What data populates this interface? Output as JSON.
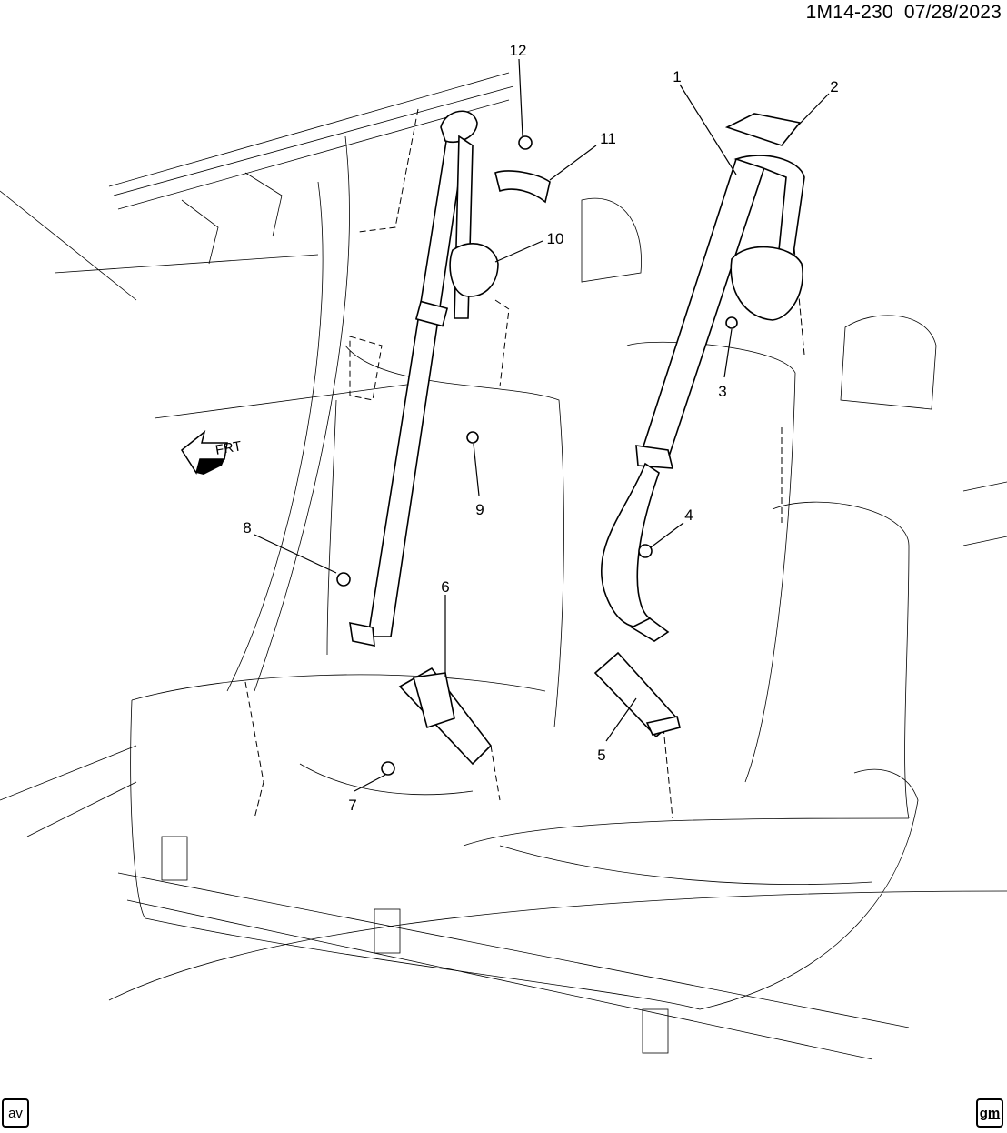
{
  "header": {
    "diagram_code": "1M14-230",
    "date": "07/28/2023"
  },
  "callouts": [
    "1",
    "2",
    "3",
    "4",
    "5",
    "6",
    "7",
    "8",
    "9",
    "10",
    "11",
    "12"
  ],
  "direction_arrow": {
    "label": "FRT"
  },
  "logos": {
    "left": "av",
    "right": "gm"
  }
}
